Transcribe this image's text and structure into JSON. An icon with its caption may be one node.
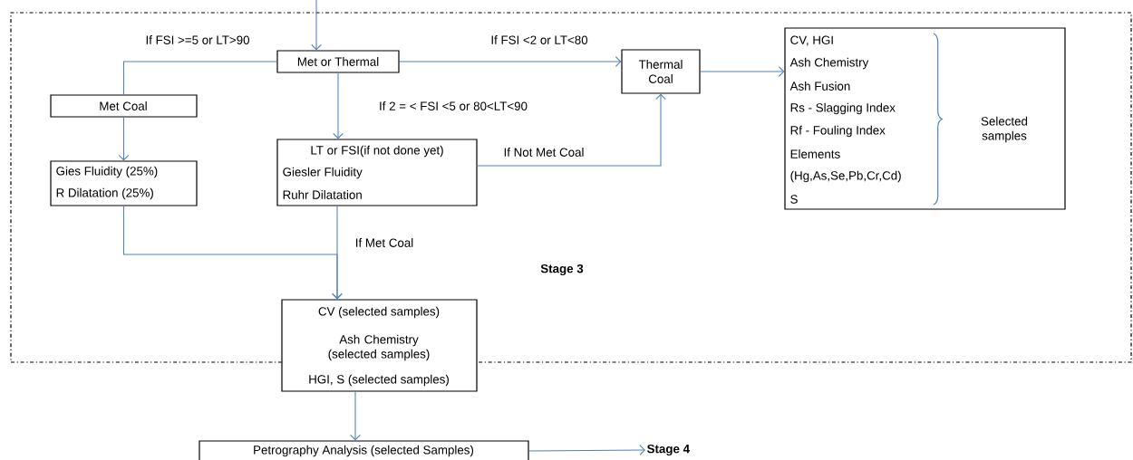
{
  "diagram": {
    "nodes": [
      {
        "text": [
          "Stage 3"
        ]
      },
      {
        "text": [
          "Met or Thermal"
        ],
        "in": 0
      },
      {
        "text": [
          "Met Coal"
        ],
        "in": 0
      },
      {
        "text": [
          "Gies Fluidity (25%)",
          "R Dilatation (25%)"
        ],
        "in": 0
      },
      {
        "text": [
          "LT or FSI(if not done yet)",
          "Giesler Fluidity",
          "Ruhr Dilatation"
        ],
        "in": 0
      },
      {
        "text": [
          "Thermal Coal"
        ],
        "in": 0
      },
      {
        "text": [
          "CV, HGI",
          "Ash Chemistry",
          "Ash Fusion",
          "Rs - Slagging Index",
          "Rf - Fouling Index",
          "Elements",
          "(Hg,As,Se,Pb,Cr,Cd)",
          "S",
          "Selected samples"
        ],
        "in": 0
      },
      {
        "text": [
          "CV (selected samples)",
          "Ash Chemistry (selected samples)",
          "HGI, S (selected samples)"
        ]
      },
      {
        "text": [
          "Petrography Analysis (selected Samples)"
        ]
      },
      {
        "text": [
          "Stage 4"
        ]
      }
    ],
    "edges": [
      {
        "from": null,
        "to": 1,
        "arrow": "to"
      },
      {
        "from": 1,
        "to": 2,
        "arrow": "none",
        "label": "If FSI >=5 or LT>90"
      },
      {
        "from": 1,
        "to": 5,
        "arrow": "to",
        "label": "If FSI <2 or LT<80"
      },
      {
        "from": 1,
        "to": 4,
        "arrow": "to",
        "label": "If 2 = < FSI <5 or 80<LT<90"
      },
      {
        "from": 2,
        "to": 3,
        "arrow": "to"
      },
      {
        "from": 4,
        "to": 5,
        "arrow": "to",
        "label": "If Not Met Coal"
      },
      {
        "from": 5,
        "to": 6,
        "arrow": "to"
      },
      {
        "from": 3,
        "to": 7,
        "arrow": "to"
      },
      {
        "from": 4,
        "to": 7,
        "arrow": "to",
        "label": "If Met Coal"
      },
      {
        "from": 7,
        "to": 8,
        "arrow": "to"
      },
      {
        "from": 8,
        "to": 9,
        "arrow": "to"
      }
    ]
  }
}
